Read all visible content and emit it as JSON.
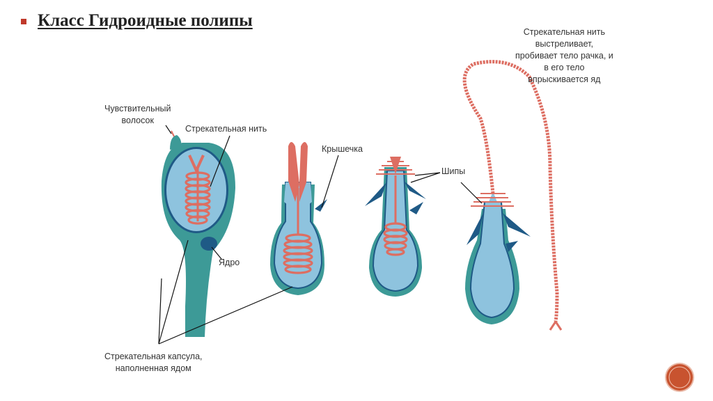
{
  "slide": {
    "title": "Класс Гидроидные полипы"
  },
  "labels": {
    "sensitive_hair_line1": "Чувствительный",
    "sensitive_hair_line2": "волосок",
    "stinging_thread": "Стрекательная нить",
    "lid": "Крышечка",
    "spines": "Шипы",
    "nucleus": "Ядро",
    "capsule_line1": "Стрекательная капсула,",
    "capsule_line2": "наполненная ядом",
    "fired_line1": "Стрекательная нить",
    "fired_line2": "выстреливает,",
    "fired_line3": "пробивает тело рачка, и",
    "fired_line4": "в его тело",
    "fired_line5": "впрыскивается яд"
  },
  "colors": {
    "accent": "#c8532f",
    "bullet": "#c0392b",
    "teal": "#3d9a97",
    "capsule": "#8ec3de",
    "thread": "#dd6e62",
    "dark_blue": "#1f5a86"
  },
  "navigation": {
    "next_icon": "chevron-right-icon"
  }
}
